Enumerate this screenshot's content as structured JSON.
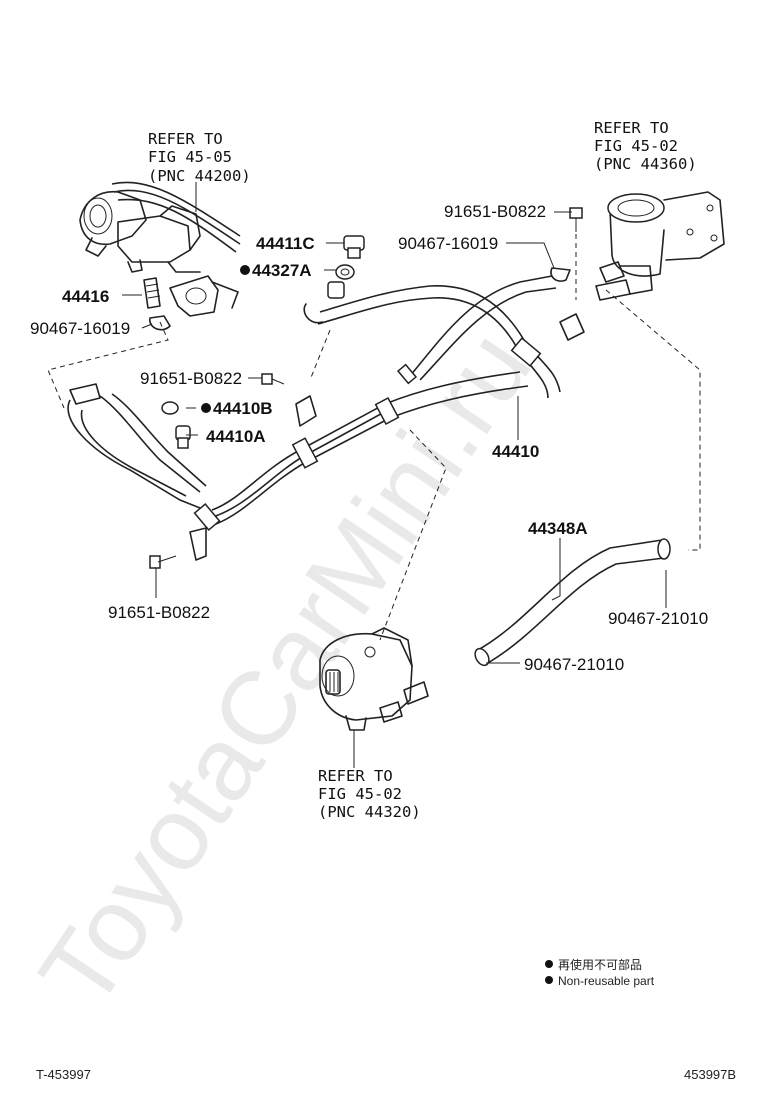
{
  "watermark": "ToyotaCarMini.ru",
  "refs": {
    "top_left": [
      "REFER TO",
      "FIG 45-05",
      "(PNC 44200)"
    ],
    "top_right": [
      "REFER TO",
      "FIG 45-02",
      "(PNC 44360)"
    ],
    "bottom": [
      "REFER TO",
      "FIG 45-02",
      "(PNC 44320)"
    ]
  },
  "parts": {
    "p91651_top": "91651-B0822",
    "p90467_16019_right": "90467-16019",
    "p44411C": "44411C",
    "p44327A": "44327A",
    "p44416": "44416",
    "p90467_16019_left": "90467-16019",
    "p91651_mid": "91651-B0822",
    "p44410B": "44410B",
    "p44410A": "44410A",
    "p44410": "44410",
    "p44348A": "44348A",
    "p91651_bottom": "91651-B0822",
    "p90467_21010_right": "90467-21010",
    "p90467_21010_mid": "90467-21010"
  },
  "legend": {
    "jp": "再使用不可部品",
    "en": "Non-reusable part"
  },
  "footer": {
    "left": "T-453997",
    "right": "453997B"
  }
}
